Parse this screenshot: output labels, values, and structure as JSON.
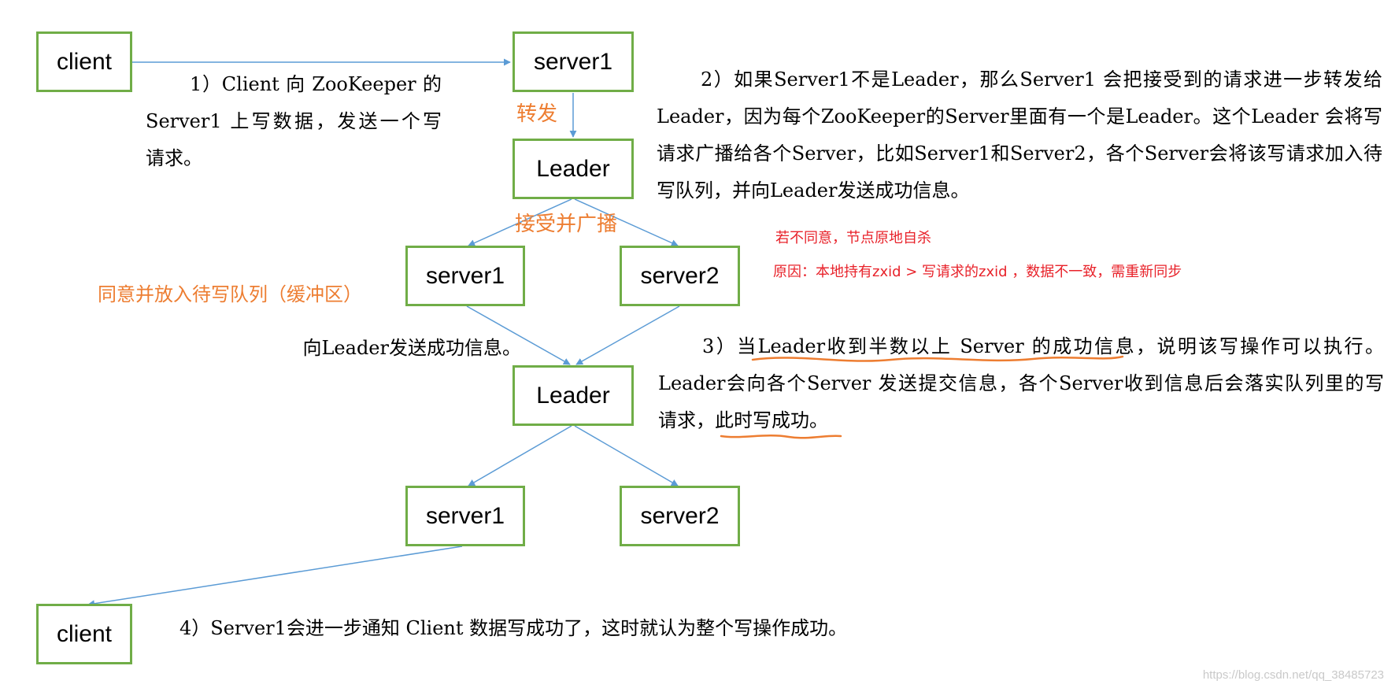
{
  "nodes": {
    "client_top": "client",
    "server1_top": "server1",
    "leader_1": "Leader",
    "server1_mid": "server1",
    "server2_mid": "server2",
    "leader_2": "Leader",
    "server1_bottom": "server1",
    "server2_bottom": "server2",
    "client_bottom": "client"
  },
  "labels": {
    "forward": "转发",
    "accept_broadcast": "接受并广播",
    "agree_queue": "同意并放入待写队列（缓冲区）",
    "send_success": "向Leader发送成功信息。"
  },
  "steps": {
    "step1": [
      "1）Client 向 ZooKeeper 的",
      "Server1 上写数据，发送一个写",
      "请求。"
    ],
    "step2": [
      "2）如果Server1不是Leader，那么Server1 会把接受到的请求进一步转发给",
      "Leader，因为每个ZooKeeper的Server里面有一个是Leader。这个Leader 会将写",
      "请求广播给各个Server，比如Server1和Server2，各个Server会将该写请求加入待",
      "写队列，并向Leader发送成功信息。"
    ],
    "step3": [
      "3）当Leader收到半数以上 Server 的成功信息，说明该写操作可以执行。",
      "Leader会向各个Server 发送提交信息，各个Server收到信息后会落实队列里的写",
      "请求，此时写成功。"
    ],
    "step4": "4）Server1会进一步通知 Client 数据写成功了，这时就认为整个写操作成功。"
  },
  "notes": {
    "disagree": "若不同意，节点原地自杀",
    "reason": "原因：本地持有zxid > 写请求的zxid ，数据不一致，需重新同步"
  },
  "watermark": "https://blog.csdn.net/qq_38485723",
  "colors": {
    "node_border": "#70ad47",
    "edge": "#5b9bd5",
    "orange": "#ed7d31",
    "red": "#e8222a"
  }
}
